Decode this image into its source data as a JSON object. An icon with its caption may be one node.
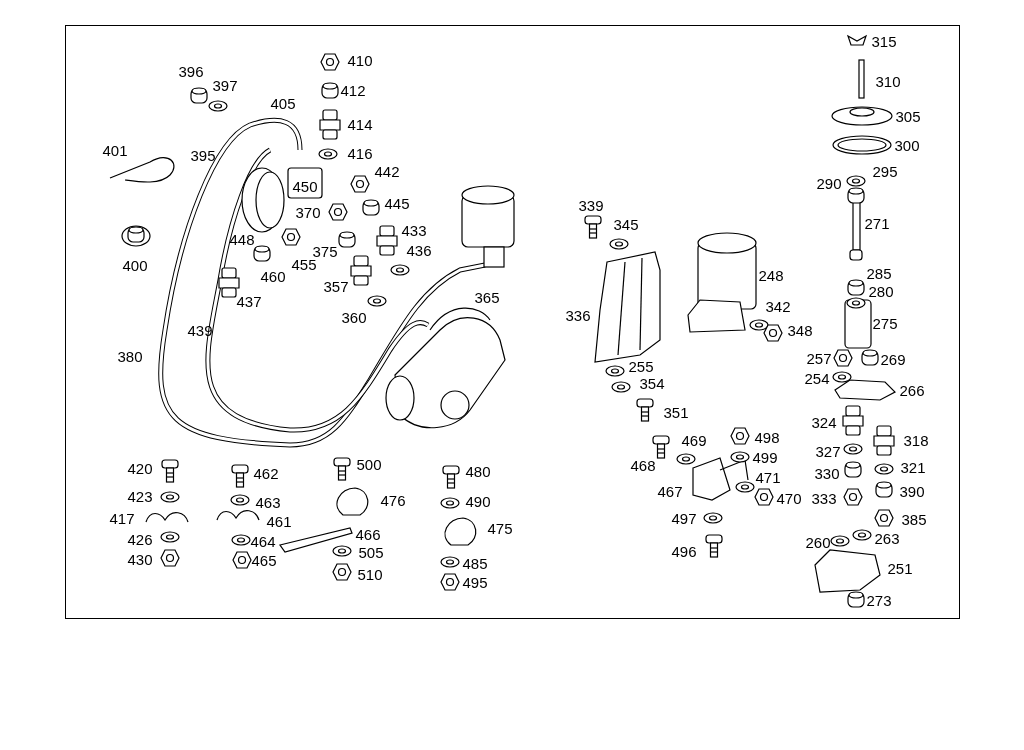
{
  "diagram": {
    "labels": [
      "315",
      "410",
      "396",
      "397",
      "310",
      "412",
      "405",
      "305",
      "414",
      "300",
      "401",
      "416",
      "395",
      "295",
      "442",
      "290",
      "450",
      "445",
      "339",
      "370",
      "271",
      "345",
      "433",
      "448",
      "375",
      "436",
      "455",
      "400",
      "460",
      "248",
      "285",
      "357",
      "437",
      "280",
      "365",
      "342",
      "336",
      "360",
      "275",
      "348",
      "439",
      "380",
      "257",
      "269",
      "255",
      "254",
      "354",
      "266",
      "351",
      "324",
      "318",
      "469",
      "498",
      "420",
      "462",
      "500",
      "480",
      "327",
      "499",
      "468",
      "321",
      "330",
      "471",
      "476",
      "490",
      "423",
      "463",
      "467",
      "470",
      "333",
      "390",
      "417",
      "461",
      "385",
      "475",
      "497",
      "466",
      "426",
      "464",
      "260",
      "263",
      "505",
      "496",
      "430",
      "465",
      "485",
      "251",
      "510",
      "495",
      "273"
    ]
  }
}
